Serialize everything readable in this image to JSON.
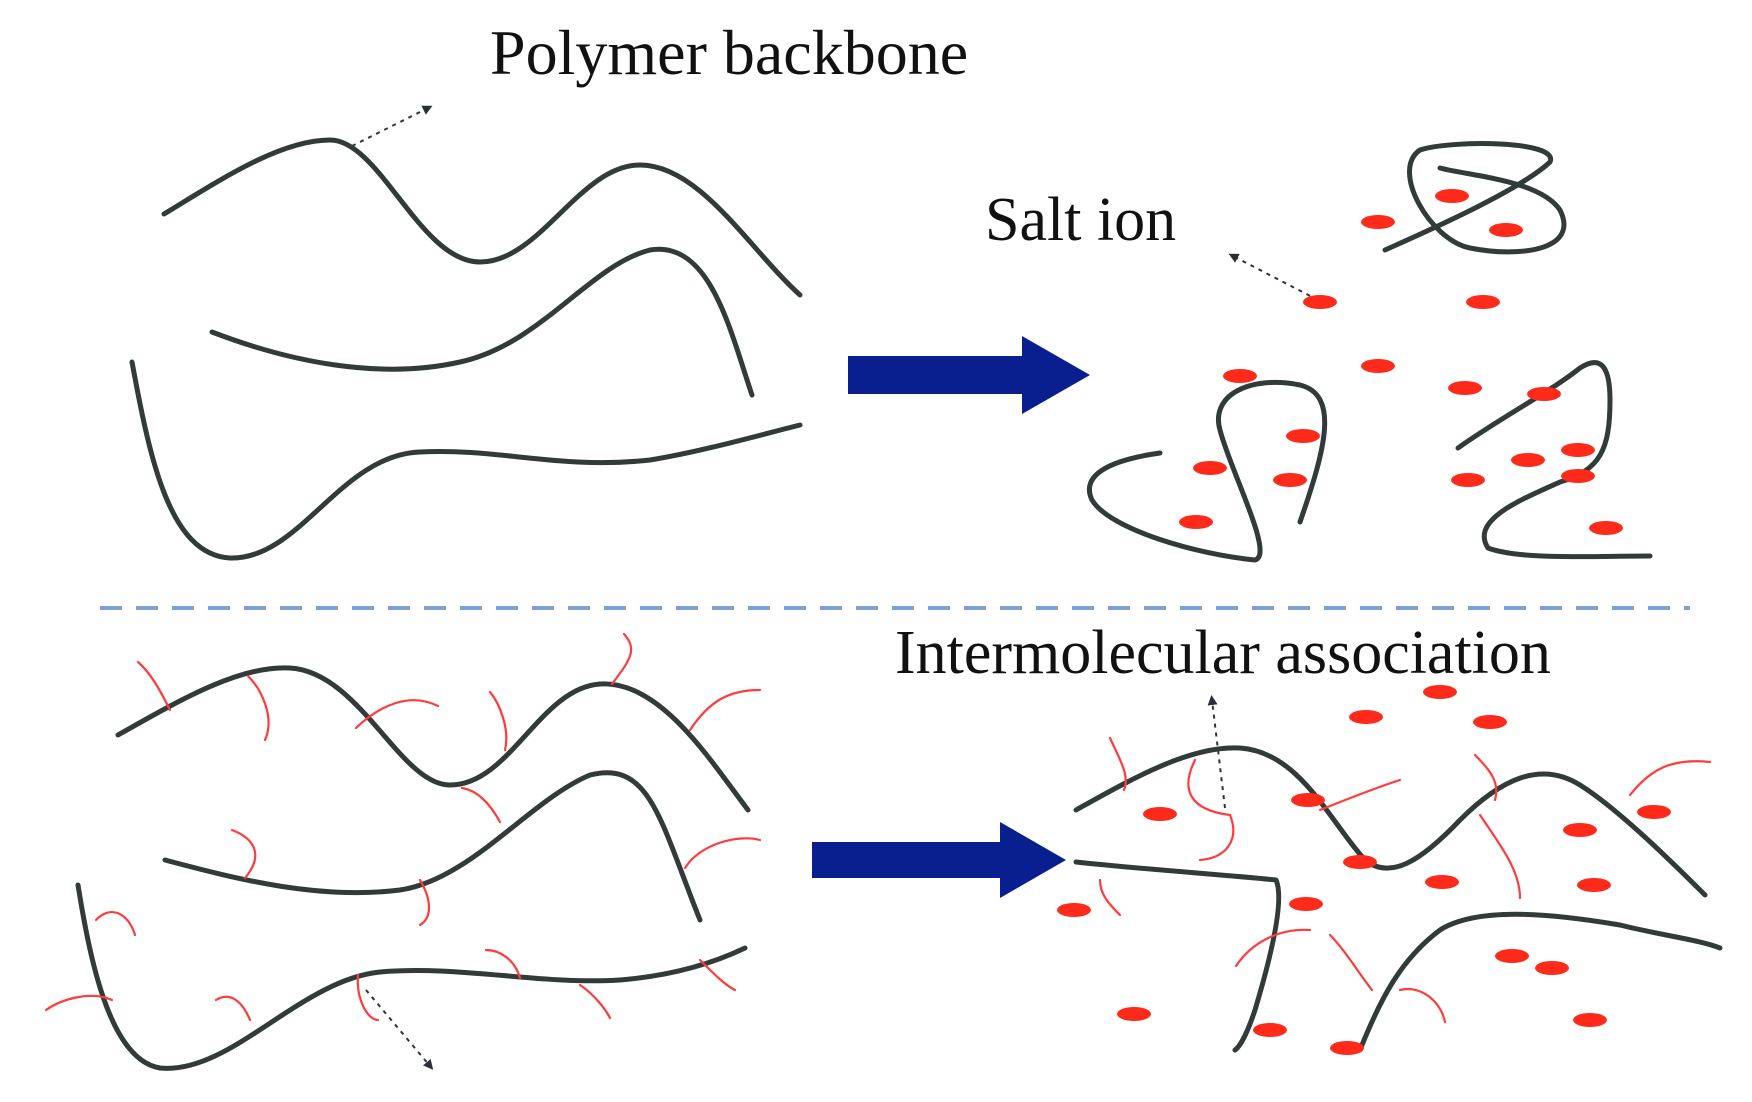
{
  "labels": {
    "polymer_backbone": "Polymer backbone",
    "salt_ion": "Salt ion",
    "intermolecular_association": "Intermolecular association"
  },
  "colors": {
    "backbone": "#333a3a",
    "side_chain": "#ff3b3b",
    "salt_ion": "#ff2a1a",
    "process_arrow": "#0a1f8f",
    "divider": "#7fa3d8"
  }
}
